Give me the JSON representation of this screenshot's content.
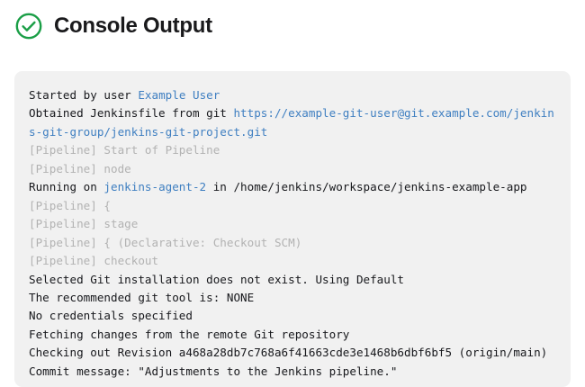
{
  "header": {
    "title": "Console Output",
    "status_icon": "check-circle-icon",
    "status_color": "#1a9e46"
  },
  "console": {
    "link_color": "#3f7fc1",
    "muted_color": "#b2b2b2",
    "text_color": "#17181c",
    "background": "#f1f1f1",
    "lines": [
      {
        "id": "started-by-user",
        "segments": [
          {
            "text": "Started by user ",
            "style": "plain"
          },
          {
            "text": "Example User",
            "style": "link"
          }
        ]
      },
      {
        "id": "obtained-jenkinsfile",
        "segments": [
          {
            "text": "Obtained Jenkinsfile from git ",
            "style": "plain"
          },
          {
            "text": "https://example-git-user@git.example.com/jenkins-git-group/jenkins-git-project.git",
            "style": "link"
          }
        ]
      },
      {
        "id": "pipeline-start-of-pipeline",
        "segments": [
          {
            "text": "[Pipeline] Start of Pipeline",
            "style": "muted"
          }
        ]
      },
      {
        "id": "pipeline-node",
        "segments": [
          {
            "text": "[Pipeline] node",
            "style": "muted"
          }
        ]
      },
      {
        "id": "running-on-agent",
        "segments": [
          {
            "text": "Running on ",
            "style": "plain"
          },
          {
            "text": "jenkins-agent-2",
            "style": "link"
          },
          {
            "text": " in /home/jenkins/workspace/jenkins-example-app",
            "style": "plain"
          }
        ]
      },
      {
        "id": "pipeline-open-brace",
        "segments": [
          {
            "text": "[Pipeline] {",
            "style": "muted"
          }
        ]
      },
      {
        "id": "pipeline-stage",
        "segments": [
          {
            "text": "[Pipeline] stage",
            "style": "muted"
          }
        ]
      },
      {
        "id": "pipeline-declarative-checkout-scm",
        "segments": [
          {
            "text": "[Pipeline] { (Declarative: Checkout SCM)",
            "style": "muted"
          }
        ]
      },
      {
        "id": "pipeline-checkout",
        "segments": [
          {
            "text": "[Pipeline] checkout",
            "style": "muted"
          }
        ]
      },
      {
        "id": "selected-git-installation",
        "segments": [
          {
            "text": "Selected Git installation does not exist. Using Default",
            "style": "plain"
          }
        ]
      },
      {
        "id": "recommended-git-tool",
        "segments": [
          {
            "text": "The recommended git tool is: NONE",
            "style": "plain"
          }
        ]
      },
      {
        "id": "no-credentials-specified",
        "segments": [
          {
            "text": "No credentials specified",
            "style": "plain"
          }
        ]
      },
      {
        "id": "fetching-changes",
        "segments": [
          {
            "text": "Fetching changes from the remote Git repository",
            "style": "plain"
          }
        ]
      },
      {
        "id": "checking-out-revision",
        "segments": [
          {
            "text": "Checking out Revision a468a28db7c768a6f41663cde3e1468b6dbf6bf5 (origin/main)",
            "style": "plain"
          }
        ]
      },
      {
        "id": "commit-message",
        "segments": [
          {
            "text": "Commit message: \"Adjustments to the Jenkins pipeline.\"",
            "style": "plain"
          }
        ]
      }
    ]
  }
}
